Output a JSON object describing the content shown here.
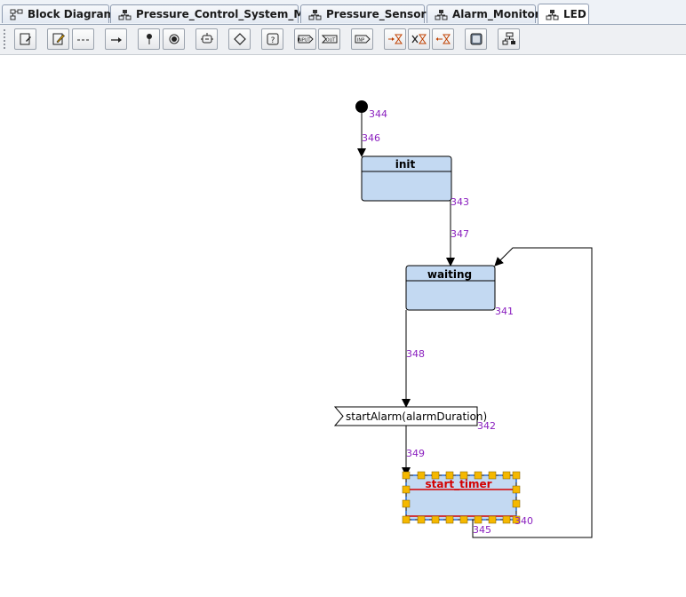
{
  "tabs": [
    {
      "label": "Block Diagram",
      "icon": "block-diagram-icon"
    },
    {
      "label": "Pressure_Control_System_ME",
      "icon": "state-machine-icon"
    },
    {
      "label": "Pressure_Sensor",
      "icon": "state-machine-icon"
    },
    {
      "label": "Alarm_Monitor",
      "icon": "state-machine-icon"
    },
    {
      "label": "LED",
      "icon": "state-machine-icon",
      "active": true
    }
  ],
  "diagram": {
    "states": {
      "init": "init",
      "waiting": "waiting",
      "start_timer": "start_timer"
    },
    "output_signal": "startAlarm(alarmDuration)",
    "ids": {
      "start_node": "344",
      "t_start_init": "346",
      "init_state": "343",
      "t_init_waiting": "347",
      "waiting_state": "341",
      "t_waiting_output": "348",
      "output_node": "342",
      "t_output_timer": "349",
      "timer_state": "340",
      "t_timer_waiting": "345"
    },
    "colors": {
      "state_fill": "#c3d9f2",
      "selection_handle": "#f5b800",
      "timer_label": "#d40000",
      "id_label": "#8a1fbf"
    }
  }
}
